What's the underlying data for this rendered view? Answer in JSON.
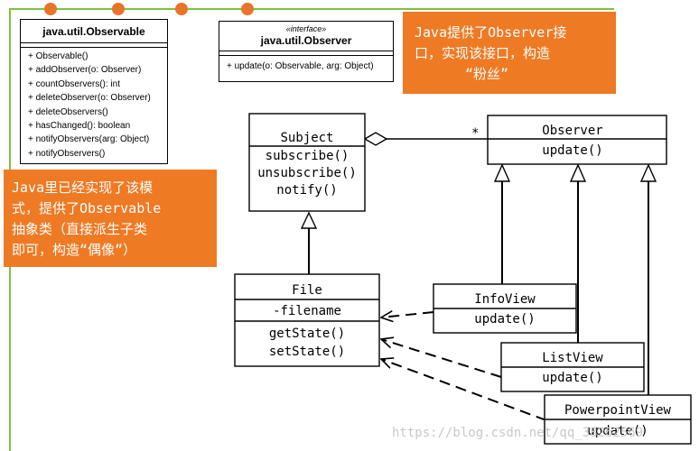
{
  "observable_class": {
    "title": "java.util.Observable",
    "methods": [
      "+  Observable()",
      "+  addObserver(o: Observer)",
      "+  countObservers(): int",
      "+  deleteObserver(o: Observer)",
      "+  deleteObservers()",
      "+  hasChanged(): boolean",
      "+  notifyObservers(arg: Object)",
      "+  notifyObservers()"
    ]
  },
  "observer_interface": {
    "stereotype": "«interface»",
    "title": "java.util.Observer",
    "methods": [
      "+  update(o: Observable, arg: Object)"
    ]
  },
  "callout_top_right": {
    "lines": [
      "Java提供了Observer接",
      "口，实现该接口，构造",
      "“粉丝”"
    ]
  },
  "callout_left": {
    "lines": [
      "Java里已经实现了该模",
      "式，提供了Observable",
      "抽象类（直接派生子类",
      "即可，构造“偶像”）"
    ]
  },
  "diagram": {
    "subject": {
      "name": "Subject",
      "ops": [
        "subscribe()",
        "unsubscribe()",
        "notify()"
      ]
    },
    "observer": {
      "name": "Observer",
      "ops": [
        "update()"
      ]
    },
    "multiplicity": "*",
    "file": {
      "name": "File",
      "attrs": [
        "-filename"
      ],
      "ops": [
        "getState()",
        "setState()"
      ]
    },
    "infoview": {
      "name": "InfoView",
      "ops": [
        "update()"
      ]
    },
    "listview": {
      "name": "ListView",
      "ops": [
        "update()"
      ]
    },
    "powerpointview": {
      "name": "PowerpointView",
      "ops": [
        "update()"
      ]
    }
  },
  "watermark": "https://blog.csdn.net/qq_38262569",
  "colors": {
    "accent_green": "#7dc242",
    "dot_orange": "#e8742a",
    "callout_orange": "#ee7a24"
  }
}
